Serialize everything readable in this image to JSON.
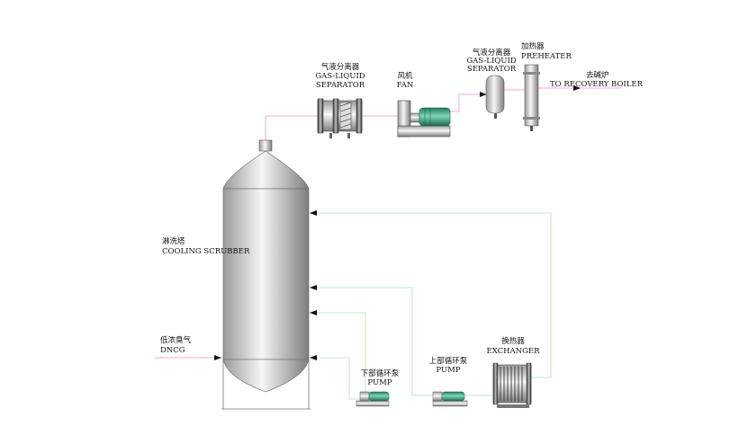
{
  "colors": {
    "gas_line": "#f2a9d8",
    "water_line": "#b9ecc4",
    "steel_light": "#f4f4f4",
    "steel_dark": "#8a8a8a",
    "motor_green": "#3aa283",
    "arrow": "#111111"
  },
  "labels": {
    "separator_left": {
      "zh": "气液分离器",
      "en1": "GAS-LIQUID",
      "en2": "SEPARATOR"
    },
    "fan": {
      "zh": "风机",
      "en": "FAN"
    },
    "separator_right": {
      "zh": "气液分离器",
      "en1": "GAS-LIQUID",
      "en2": "SEPARATOR"
    },
    "preheater": {
      "zh": "加热器",
      "en": "PREHEATER"
    },
    "recovery_boiler": {
      "zh": "去碱炉",
      "en": "TO RECOVERY BOILER"
    },
    "scrubber": {
      "zh": "淋洗塔",
      "en": "COOLING SCRUBBER"
    },
    "dncg": {
      "zh": "低浓臭气",
      "en": "DNCG"
    },
    "lower_pump": {
      "zh": "下部循环泵",
      "en": "PUMP"
    },
    "upper_pump": {
      "zh": "上部循环泵",
      "en": "PUMP"
    },
    "exchanger": {
      "zh": "换热器",
      "en": "EXCHANGER"
    }
  }
}
